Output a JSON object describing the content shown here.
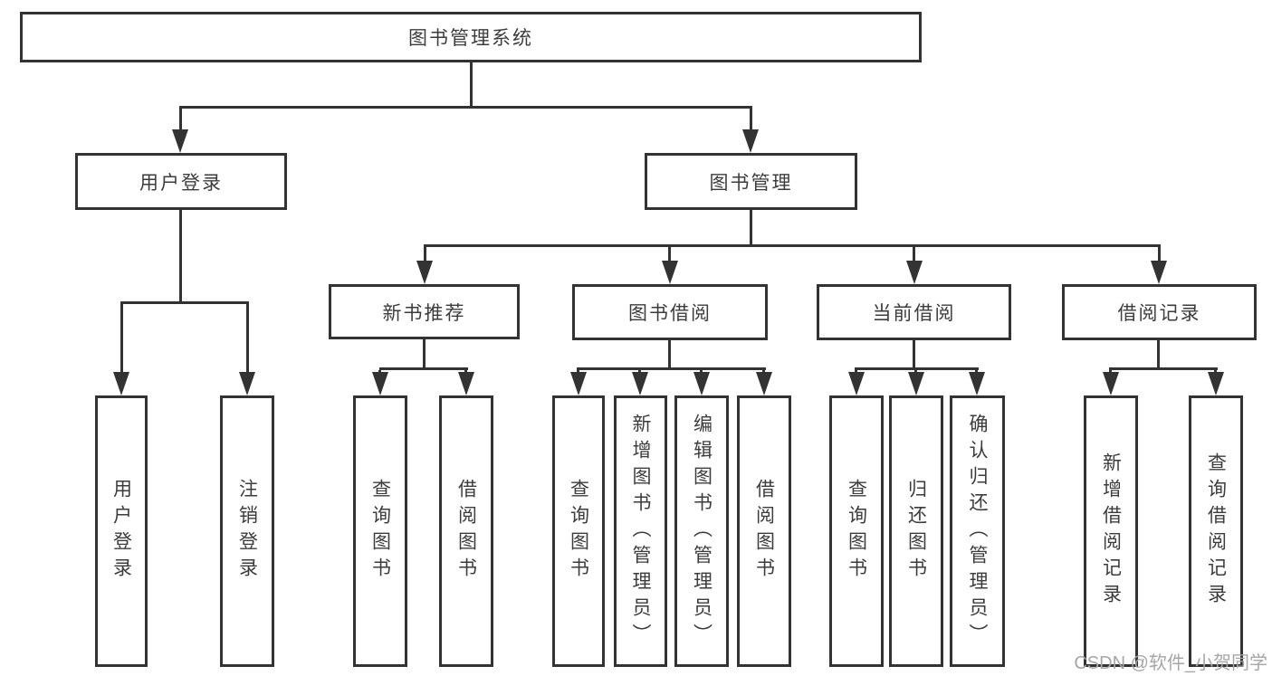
{
  "diagram_type": "tree",
  "tree": {
    "label": "图书管理系统",
    "children": [
      {
        "label": "用户登录",
        "children": [
          {
            "label": "用户登录"
          },
          {
            "label": "注销登录"
          }
        ]
      },
      {
        "label": "图书管理",
        "children": [
          {
            "label": "新书推荐",
            "children": [
              {
                "label": "查询图书"
              },
              {
                "label": "借阅图书"
              }
            ]
          },
          {
            "label": "图书借阅",
            "children": [
              {
                "label": "查询图书"
              },
              {
                "label": "新增图书（管理员）"
              },
              {
                "label": "编辑图书（管理员）"
              },
              {
                "label": "借阅图书"
              }
            ]
          },
          {
            "label": "当前借阅",
            "children": [
              {
                "label": "查询图书"
              },
              {
                "label": "归还图书"
              },
              {
                "label": "确认归还（管理员）"
              }
            ]
          },
          {
            "label": "借阅记录",
            "children": [
              {
                "label": "新增借阅记录"
              },
              {
                "label": "查询借阅记录"
              }
            ]
          }
        ]
      }
    ]
  },
  "watermark": {
    "text": "CSDN @软件_小贺同学"
  },
  "colors": {
    "line": "#333333",
    "text": "#3c3c3c",
    "background": "#ffffff",
    "watermark": "#a6a6a6"
  }
}
